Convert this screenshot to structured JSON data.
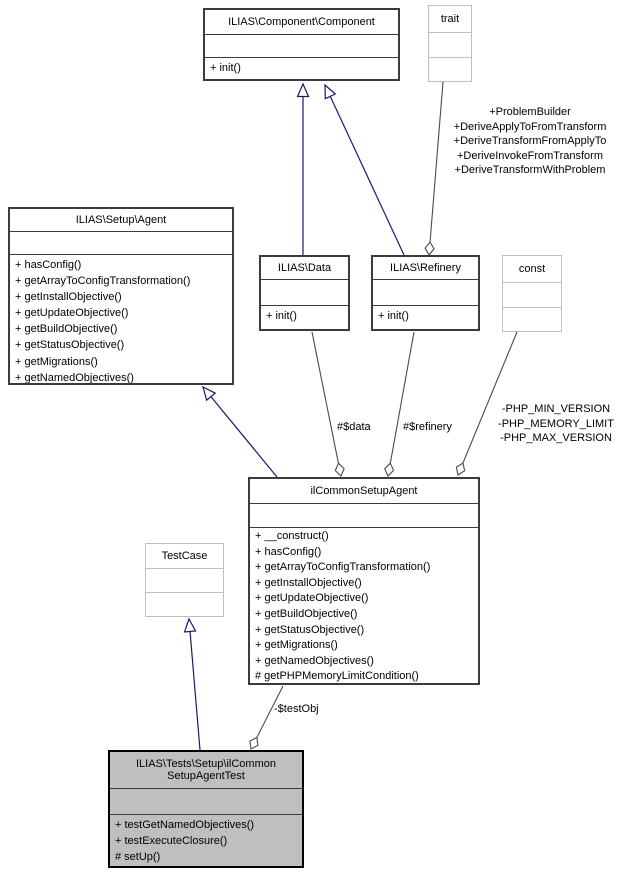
{
  "colors": {
    "inheritance_edge": "#191970",
    "aggregation_edge": "#4a4a4a",
    "class_border": "#3b3b3b",
    "grayed_border": "#bfbfbf",
    "main_node_fill": "#bfbfbf",
    "box_fill": "#ffffff",
    "text": "#000000"
  },
  "classes": {
    "component": {
      "title": "ILIAS\\Component\\Component",
      "methods": [
        "+ init()"
      ]
    },
    "trait": {
      "title": "trait"
    },
    "agent": {
      "title": "ILIAS\\Setup\\Agent",
      "methods": [
        "+ hasConfig()",
        "+ getArrayToConfigTransformation()",
        "+ getInstallObjective()",
        "+ getUpdateObjective()",
        "+ getBuildObjective()",
        "+ getStatusObjective()",
        "+ getMigrations()",
        "+ getNamedObjectives()"
      ]
    },
    "data": {
      "title": "ILIAS\\Data",
      "methods": [
        "+ init()"
      ]
    },
    "refinery": {
      "title": "ILIAS\\Refinery",
      "methods": [
        "+ init()"
      ]
    },
    "const": {
      "title": "const"
    },
    "common_setup_agent": {
      "title": "ilCommonSetupAgent",
      "methods": [
        "+ __construct()",
        "+ hasConfig()",
        "+ getArrayToConfigTransformation()",
        "+ getInstallObjective()",
        "+ getUpdateObjective()",
        "+ getBuildObjective()",
        "+ getStatusObjective()",
        "+ getMigrations()",
        "+ getNamedObjectives()",
        "# getPHPMemoryLimitCondition()"
      ]
    },
    "testcase": {
      "title": "TestCase"
    },
    "test": {
      "title": "ILIAS\\Tests\\Setup\\ilCommon\nSetupAgentTest",
      "methods": [
        "+ testGetNamedObjectives()",
        "+ testExecuteClosure()",
        "# setUp()"
      ]
    }
  },
  "edge_labels": {
    "trait_usage": [
      "+ProblemBuilder",
      "+DeriveApplyToFromTransform",
      "+DeriveTransformFromApplyTo",
      "+DeriveInvokeFromTransform",
      "+DeriveTransformWithProblem"
    ],
    "data_member": "#$data",
    "refinery_member": "#$refinery",
    "const_members": [
      "-PHP_MIN_VERSION",
      "-PHP_MEMORY_LIMIT",
      "-PHP_MAX_VERSION"
    ],
    "test_member": "-$testObj"
  }
}
